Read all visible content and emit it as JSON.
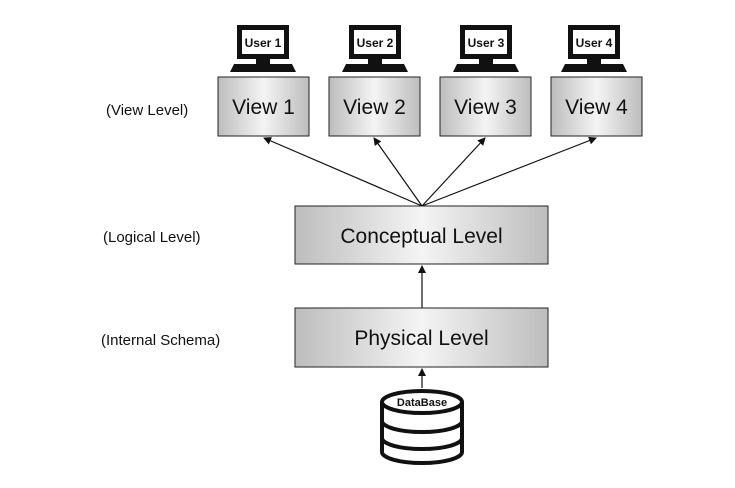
{
  "levels": {
    "view_level_label": "(View Level)",
    "logical_level_label": "(Logical Level)",
    "internal_schema_label": "(Internal Schema)"
  },
  "users": [
    {
      "label": "User 1"
    },
    {
      "label": "User 2"
    },
    {
      "label": "User 3"
    },
    {
      "label": "User 4"
    }
  ],
  "views": [
    {
      "label": "View 1"
    },
    {
      "label": "View 2"
    },
    {
      "label": "View 3"
    },
    {
      "label": "View 4"
    }
  ],
  "conceptual": {
    "label": "Conceptual Level"
  },
  "physical": {
    "label": "Physical Level"
  },
  "database": {
    "label": "DataBase"
  }
}
